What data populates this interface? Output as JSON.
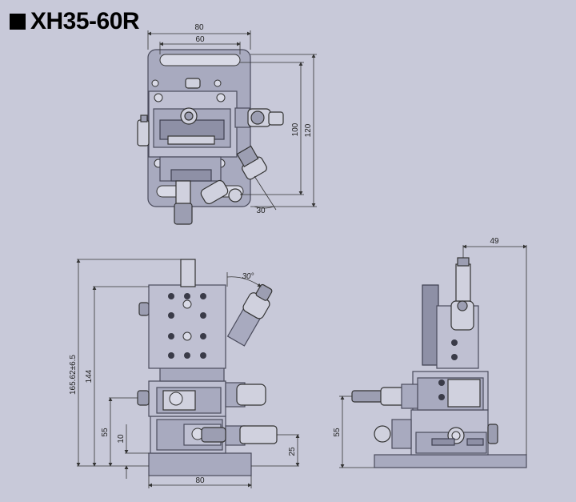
{
  "title": "XH35-60R",
  "top_view": {
    "dim_80": "80",
    "dim_60": "60",
    "dim_100": "100",
    "dim_120": "120",
    "dim_30": "30"
  },
  "front_view": {
    "dim_30deg": "30°",
    "dim_165": "165.62±6.5",
    "dim_144": "144",
    "dim_55": "55",
    "dim_10": "10",
    "dim_25": "25",
    "dim_80": "80"
  },
  "side_view": {
    "dim_49": "49",
    "dim_55": "55"
  }
}
